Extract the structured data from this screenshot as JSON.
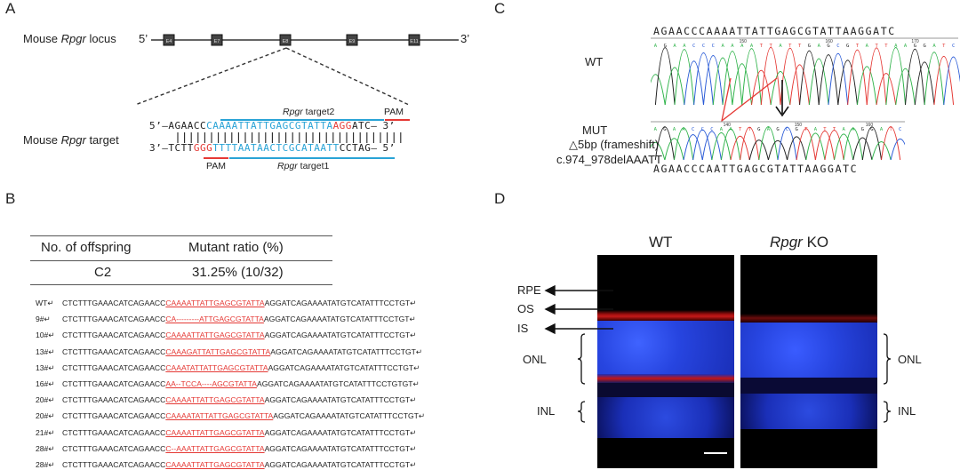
{
  "panels": {
    "a": "A",
    "b": "B",
    "c": "C",
    "d": "D"
  },
  "panel_a": {
    "locus_label_pre": "Mouse ",
    "locus_label_gene": "Rpgr",
    "locus_label_post": " locus",
    "five_prime": "5’",
    "three_prime": "3’",
    "exons": [
      "E4",
      "E7",
      "E8",
      "E9",
      "E11"
    ],
    "target_label_pre": "Mouse ",
    "target_label_gene": "Rpgr",
    "target_label_post": " target",
    "target2_gene": "Rpgr",
    "target2_post": " target2",
    "target1_gene": "Rpgr",
    "target1_post": " target1",
    "pam_top": "PAM",
    "pam_bottom": "PAM",
    "top_strand": {
      "prefix": "5’",
      "black1": "—AGAACC",
      "blue": "CAAAATTATTGAGCGTATTA",
      "red": "AGG",
      "black2": "ATC—",
      "suffix": "3’"
    },
    "bottom_strand": {
      "prefix": "3’",
      "black1": "—TCTT",
      "red": "GGG",
      "blue": "TTTTAATAACTCGCATAATT",
      "black2": "CCTAG—",
      "suffix": "5’"
    }
  },
  "panel_b": {
    "col1_header": "No. of offspring",
    "col2_header": "Mutant ratio (%)",
    "col1_value": "C2",
    "col2_value": "31.25% (10/32)",
    "rows": [
      {
        "name": "WT↵",
        "pre": "CTCTTTGAAACATCAGAACC",
        "mid": "CAAAATTATTGAGCGTATTA",
        "post": "AGGATCAGAAAATATGTCATATTTCCTGT↵"
      },
      {
        "name": "9#↵",
        "pre": "CTCTTTGAAACATCAGAACC",
        "mid": "CA---------ATTGAGCGTATTA",
        "post": "AGGATCAGAAAATATGTCATATTTCCTGT↵"
      },
      {
        "name": "10#↵",
        "pre": "CTCTTTGAAACATCAGAACC",
        "mid": "CAAAATTATTGAGCGTATTA",
        "post": "AGGATCAGAAAATATGTCATATTTCCTGT↵"
      },
      {
        "name": "13#↵",
        "pre": "CTCTTTGAAACATCAGAACC",
        "mid": "CAAAGATTATTGAGCGTATTA",
        "post": "AGGATCAGAAAATATGTCATATTTCCTGT↵"
      },
      {
        "name": "13#↵",
        "pre": "CTCTTTGAAACATCAGAACC",
        "mid": "CAAATATTATTGAGCGTATTA",
        "post": "AGGATCAGAAAATATGTCATATTTCCTGT↵"
      },
      {
        "name": "16#↵",
        "pre": "CTCTTTGAAACATCAGAACC",
        "mid": "AA--TCCA----AGCGTATTA",
        "post": "AGGATCAGAAAATATGTCATATTTCCTGTGT↵"
      },
      {
        "name": "20#↵",
        "pre": "CTCTTTGAAACATCAGAACC",
        "mid": "CAAAATTATTGAGCGTATTA",
        "post": "AGGATCAGAAAATATGTCATATTTCCTGT↵"
      },
      {
        "name": "20#↵",
        "pre": "CTCTTTGAAACATCAGAACC",
        "mid": "CAAAATATTATTGAGCGTATTA",
        "post": "AGGATCAGAAAATATGTCATATTTCCTGT↵"
      },
      {
        "name": "21#↵",
        "pre": "CTCTTTGAAACATCAGAACC",
        "mid": "CAAAATTATTGAGCGTATTA",
        "post": "AGGATCAGAAAATATGTCATATTTCCTGT↵"
      },
      {
        "name": "28#↵",
        "pre": "CTCTTTGAAACATCAGAACC",
        "mid": "C--AAATTATTGAGCGTATTA",
        "post": "AGGATCAGAAAATATGTCATATTTCCTGT↵"
      },
      {
        "name": "28#↵",
        "pre": "CTCTTTGAAACATCAGAACC",
        "mid": "CAAAATTATTGAGCGTATTA",
        "post": "AGGATCAGAAAATATGTCATATTTCCTGT↵"
      }
    ]
  },
  "panel_c": {
    "wt_sequence": "AGAACCCAAAATTATTGAGCGTATTAAGGATC",
    "wt_label": "WT",
    "mut_label": "MUT",
    "mut_desc1": "△5bp (frameshift)",
    "mut_desc2": "c.974_978delAAATT",
    "mut_sequence": "AGAACCCAATTGAGCGTATTAAGGATC",
    "wt_ticks": [
      "150",
      "160",
      "170"
    ],
    "mut_ticks": [
      "140",
      "150",
      "160"
    ]
  },
  "panel_d": {
    "wt_title": "WT",
    "ko_title_gene": "Rpgr",
    "ko_title_post": " KO",
    "layers_left": [
      "RPE",
      "OS",
      "IS",
      "ONL",
      "INL"
    ],
    "layers_right": [
      "ONL",
      "INL"
    ]
  },
  "colors": {
    "target_blue": "#29a3d6",
    "pam_red": "#e53935",
    "trace_green": "#2fb34a",
    "trace_blue": "#2a5bd7",
    "trace_black": "#222222",
    "trace_red": "#e53935",
    "nuclei_blue": "#1f3fd6",
    "stain_red": "#d01818"
  }
}
